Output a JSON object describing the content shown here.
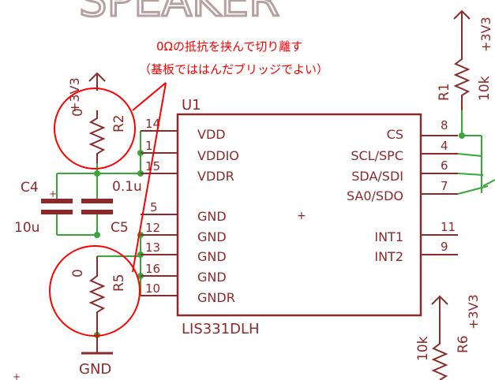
{
  "header_fragment": "SPEAKER",
  "annotation": {
    "line1": "0Ωの抵抗を挟んで切り離す",
    "line2": "（基板でははんだブリッジでよい）"
  },
  "chip": {
    "ref": "U1",
    "name": "LIS331DLH",
    "left_pins": [
      {
        "num": "14",
        "name": "VDD"
      },
      {
        "num": "1",
        "name": "VDDIO"
      },
      {
        "num": "15",
        "name": "VDDR"
      },
      {
        "num": "5",
        "name": "GND"
      },
      {
        "num": "12",
        "name": "GND"
      },
      {
        "num": "13",
        "name": "GND"
      },
      {
        "num": "16",
        "name": "GND"
      },
      {
        "num": "10",
        "name": "GNDR"
      }
    ],
    "right_pins": [
      {
        "num": "8",
        "name": "CS"
      },
      {
        "num": "4",
        "name": "SCL/SPC"
      },
      {
        "num": "6",
        "name": "SDA/SDI"
      },
      {
        "num": "7",
        "name": "SA0/SDO"
      },
      {
        "num": "11",
        "name": "INT1"
      },
      {
        "num": "9",
        "name": "INT2"
      }
    ]
  },
  "parts": {
    "r2": {
      "ref": "R2",
      "value": "0"
    },
    "r5": {
      "ref": "R5",
      "value": "0"
    },
    "r1": {
      "ref": "R1",
      "value": "10k"
    },
    "r6": {
      "ref": "R6",
      "value": "10k"
    },
    "c4": {
      "ref": "C4",
      "value": "10u"
    },
    "c5": {
      "ref": "C5",
      "value": "0.1u"
    }
  },
  "nets": {
    "vcc_left": "+3V3",
    "vcc_r1": "+3V3",
    "vcc_r6": "+3V3",
    "gnd": "GND"
  },
  "colors": {
    "symbol": "#8b2a2a",
    "wire": "#3aa63a",
    "annotation": "#ff0000"
  }
}
